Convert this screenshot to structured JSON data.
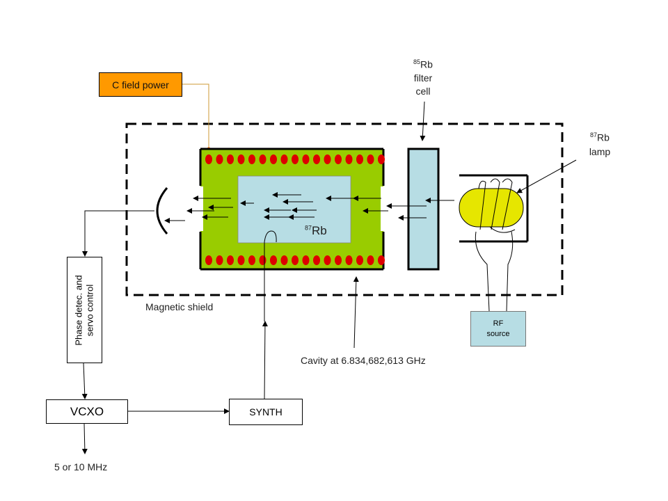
{
  "labels": {
    "c_field_power": "C field power",
    "rb85_sup": "85",
    "rb85_name": "Rb",
    "rb85_line2": "filter",
    "rb85_line3": "cell",
    "rb87_lamp_sup": "87",
    "rb87_lamp_name": "Rb",
    "rb87_lamp_line2": "lamp",
    "rb87_cell_sup": "87",
    "rb87_cell_name": "Rb",
    "magnetic_shield": "Magnetic shield",
    "phase_detector": "Phase detec. and servo control",
    "rf_source_line1": "RF",
    "rf_source_line2": "source",
    "cavity": "Cavity at 6.834,682,613 GHz",
    "vcxo": "VCXO",
    "synth": "SYNTH",
    "output": "5 or 10 MHz"
  },
  "colors": {
    "c_field_box": "#ff9900",
    "cavity": "#99cc00",
    "coil_dot": "#dd0000",
    "absorption_cell": "#b7dde4",
    "lamp": "#e6e600",
    "wire": "#cc9933"
  }
}
